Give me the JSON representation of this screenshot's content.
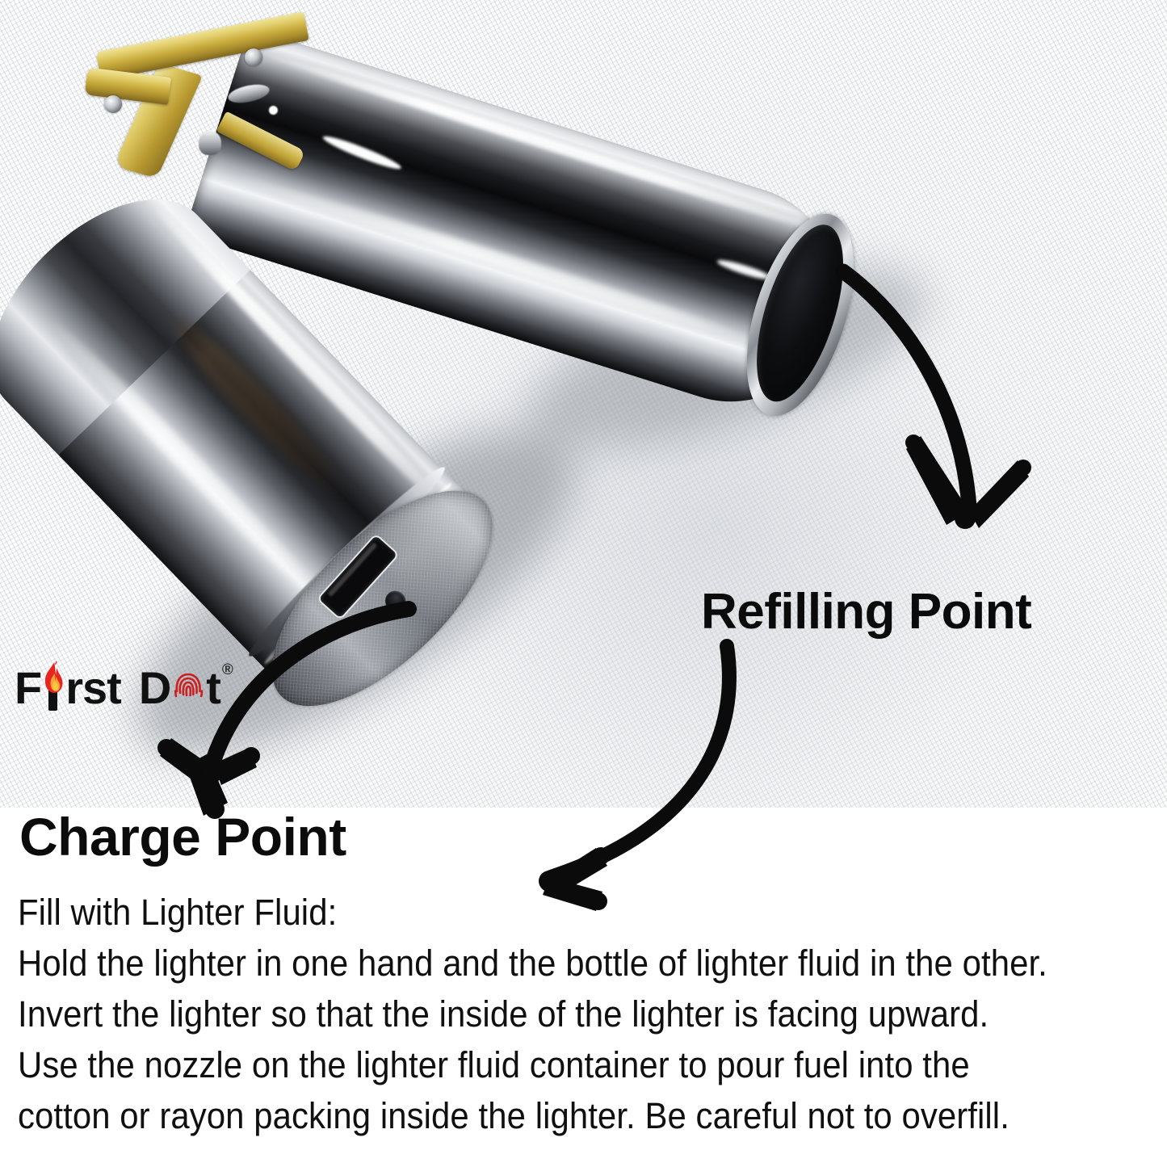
{
  "brand": {
    "name_part1": "F",
    "name_part1b": "rst",
    "name_part2": "D",
    "name_part2b": "t",
    "full_name": "First Dot",
    "registered_mark": "®",
    "flame_icon": "flame-icon",
    "fingerprint_icon": "fingerprint-icon",
    "flame_color_outer": "#e8241f",
    "flame_color_inner": "#f8c93f",
    "fingerprint_color": "#cc1f1f",
    "text_color": "#111111"
  },
  "annotations": [
    {
      "id": "refilling-point",
      "label": "Refilling Point",
      "arrow": "curved-arrow-down-left",
      "target": "open tube end"
    },
    {
      "id": "charge-point",
      "label": "Charge Point",
      "arrow": "curved-arrow-down-left",
      "target": "micro usb port on end cap"
    },
    {
      "id": "instructions-pointer",
      "label": "",
      "arrow": "curved-arrow-left",
      "target": "instruction text block"
    }
  ],
  "labels": {
    "refilling_point": "Refilling Point",
    "charge_point": "Charge Point"
  },
  "instructions": {
    "heading": "Fill with Lighter Fluid:",
    "lines": [
      "Hold the lighter in one hand and the bottle of lighter fluid in the other.",
      "Invert the lighter so that the inside of the lighter is facing upward.",
      "Use the nozzle on the lighter fluid container to pour fuel into the",
      "cotton or rayon packing inside the lighter. Be careful not to overfill."
    ]
  },
  "product": {
    "type": "refillable electric arc / fluid lighter",
    "bodies": [
      {
        "id": "upper-body",
        "finish": "polished gunmetal chrome",
        "feature": "open refill tube end"
      },
      {
        "id": "lower-body",
        "finish": "polished gunmetal chrome",
        "feature": "end cap with micro-usb charge port and led hole"
      }
    ],
    "hinge": {
      "material": "brass",
      "color": "#c9ac3e",
      "rivets": 2
    },
    "background": "white woven textured fabric"
  },
  "colors": {
    "background": "#ffffff",
    "arrow": "#0b0b0b",
    "label_text": "#0b0b0b",
    "body_text": "#101010",
    "metal_light": "#e8eaed",
    "metal_dark": "#141518",
    "brass": "#c9ac3e"
  }
}
